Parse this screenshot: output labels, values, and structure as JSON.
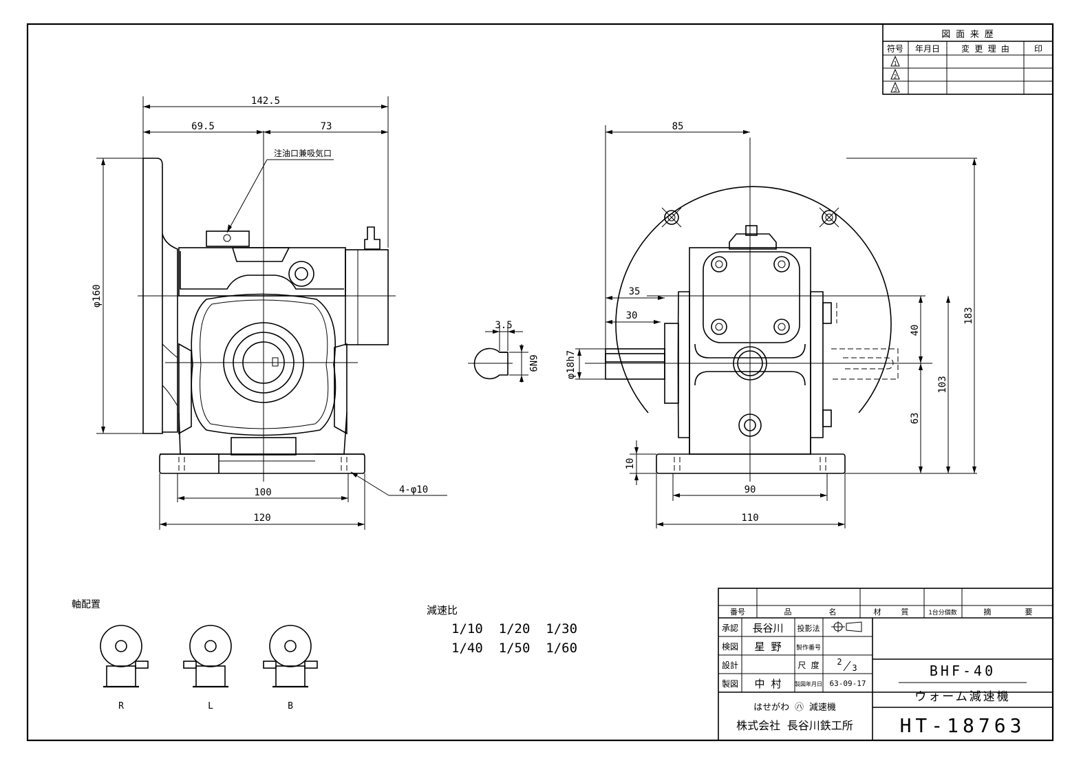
{
  "revision_block": {
    "title": "図 面 来 歴",
    "headers": [
      "符号",
      "年月日",
      "変 更 理 由",
      "印"
    ],
    "rows": [
      "1",
      "2",
      "3"
    ]
  },
  "left_view": {
    "dims": {
      "overall_width": "142.5",
      "left_offset": "69.5",
      "right_offset": "73",
      "flange_dia": "φ160",
      "base_inner": "100",
      "base_outer": "120",
      "holes": "4-φ10"
    },
    "callout": "注油口兼吸気口"
  },
  "key_section": {
    "width": "3.5",
    "fit": "6N9"
  },
  "right_view": {
    "dims": {
      "width_85": "85",
      "shaft_35": "35",
      "shaft_30": "30",
      "shaft_dia": "φ18h7",
      "base_thk": "10",
      "base_inner": "90",
      "base_outer": "110",
      "h40": "40",
      "h63": "63",
      "h103": "103",
      "h183": "183"
    }
  },
  "shaft_arrangement": {
    "title": "軸配置",
    "labels": [
      "R",
      "L",
      "B"
    ]
  },
  "reduction_ratio": {
    "title": "減速比",
    "line1": "1/10  1/20  1/30",
    "line2": "1/40  1/50  1/60"
  },
  "title_block": {
    "col_headers": [
      "番号",
      "品",
      "名",
      "材",
      "質",
      "1台分個数",
      "摘",
      "要"
    ],
    "approve_label": "承認",
    "approve_name": "長谷川",
    "check_label": "検図",
    "check_name": "星 野",
    "design_label": "設計",
    "draft_label": "製図",
    "draft_name": "中 村",
    "projection_label": "投影法",
    "serial_label": "製作番号",
    "scale_label": "尺 度",
    "scale_num": "2",
    "scale_den": "3",
    "date_label": "製図年月日",
    "date_value": "63-09-17",
    "model": "BHF-40",
    "product": "ウォーム減速機",
    "brand_line": "はせがわ ㋩ 減速機",
    "company": "株式会社 長谷川鉄工所",
    "drawing_no": "HT-18763"
  }
}
